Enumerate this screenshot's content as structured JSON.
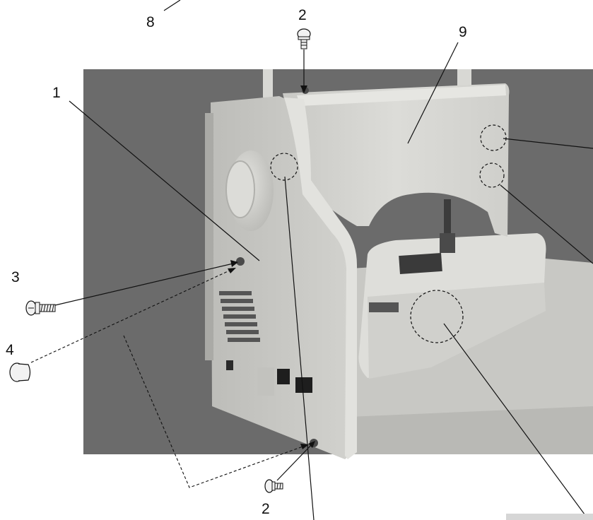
{
  "labels": {
    "frame_cover": "1",
    "screw_top": "2",
    "screw_bottom": "2",
    "screw_side": "3",
    "cap": "4",
    "arm_cover_ref": "8",
    "arm_cover": "9"
  },
  "colors": {
    "photo_background": "#6b6b6b",
    "machine_body": "#d4d4d0",
    "line": "#111111"
  }
}
